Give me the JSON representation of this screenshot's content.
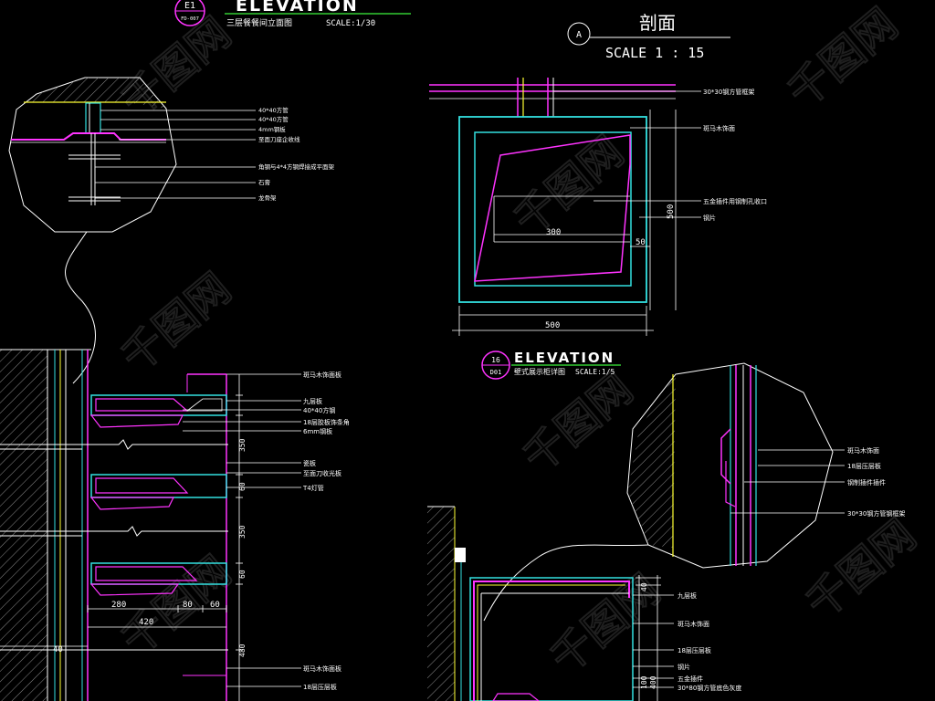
{
  "colors": {
    "background": "#000000",
    "line_white": "#ffffff",
    "magenta": "#ff33ff",
    "cyan": "#33e0e0",
    "yellow": "#ffff33",
    "green": "#33cc33",
    "gray_hatch": "#9a9a9a",
    "watermark": "#3a3a3a"
  },
  "header_e1": {
    "badge_top": "E1",
    "badge_bottom": "FD-007",
    "title": "ELEVATION",
    "subtitle": "三层餐餐间立面图",
    "scale": "SCALE:1/30"
  },
  "section_a": {
    "badge": "A",
    "title": "剖面",
    "scale": "SCALE  1 : 15",
    "notes": [
      "30*30钢方管框架",
      "斑马木饰面",
      "五金插件用钢制孔收口",
      "钢片"
    ],
    "dims": {
      "width_inner": "300",
      "width_outer": "500",
      "height": "500",
      "offset": "50"
    }
  },
  "header_16": {
    "badge_top": "16",
    "badge_bottom": "D01",
    "title": "ELEVATION",
    "subtitle": "壁式展示柜详图",
    "scale": "SCALE:1/5"
  },
  "detail_top_left": {
    "notes": [
      "40*40方管",
      "40*40方管",
      "4mm钢板",
      "至面刀座企收线",
      "角钢与4*4方钢焊接成平面架",
      "石膏",
      "龙骨架"
    ]
  },
  "shelf_elevation": {
    "notes": [
      "斑马木饰面板",
      "九层板",
      "40*40方钢",
      "18层胶板饰条角",
      "6mm钢板",
      "瓷板",
      "至面刀收光板",
      "T4灯管",
      "斑马木饰面板",
      "18层压层板"
    ],
    "dims": {
      "d1": "350",
      "d2": "60",
      "d3": "350",
      "d4": "60",
      "d5": "280",
      "d6": "80",
      "d7": "60",
      "d8": "420",
      "d9": "40",
      "d10": "480"
    }
  },
  "detail_right": {
    "notes": [
      "斑马木饰面",
      "18层压层板",
      "钢制插件插件",
      "30*30钢方管钢框架"
    ]
  },
  "cabinet_bottom": {
    "notes": [
      "九层板",
      "斑马木饰面",
      "18层压层板",
      "钢片",
      "五金插件",
      "30*80钢方管底色灰度"
    ],
    "dims": {
      "h1": "40",
      "h2": "100",
      "h3": "400"
    }
  },
  "watermark": "千图网"
}
